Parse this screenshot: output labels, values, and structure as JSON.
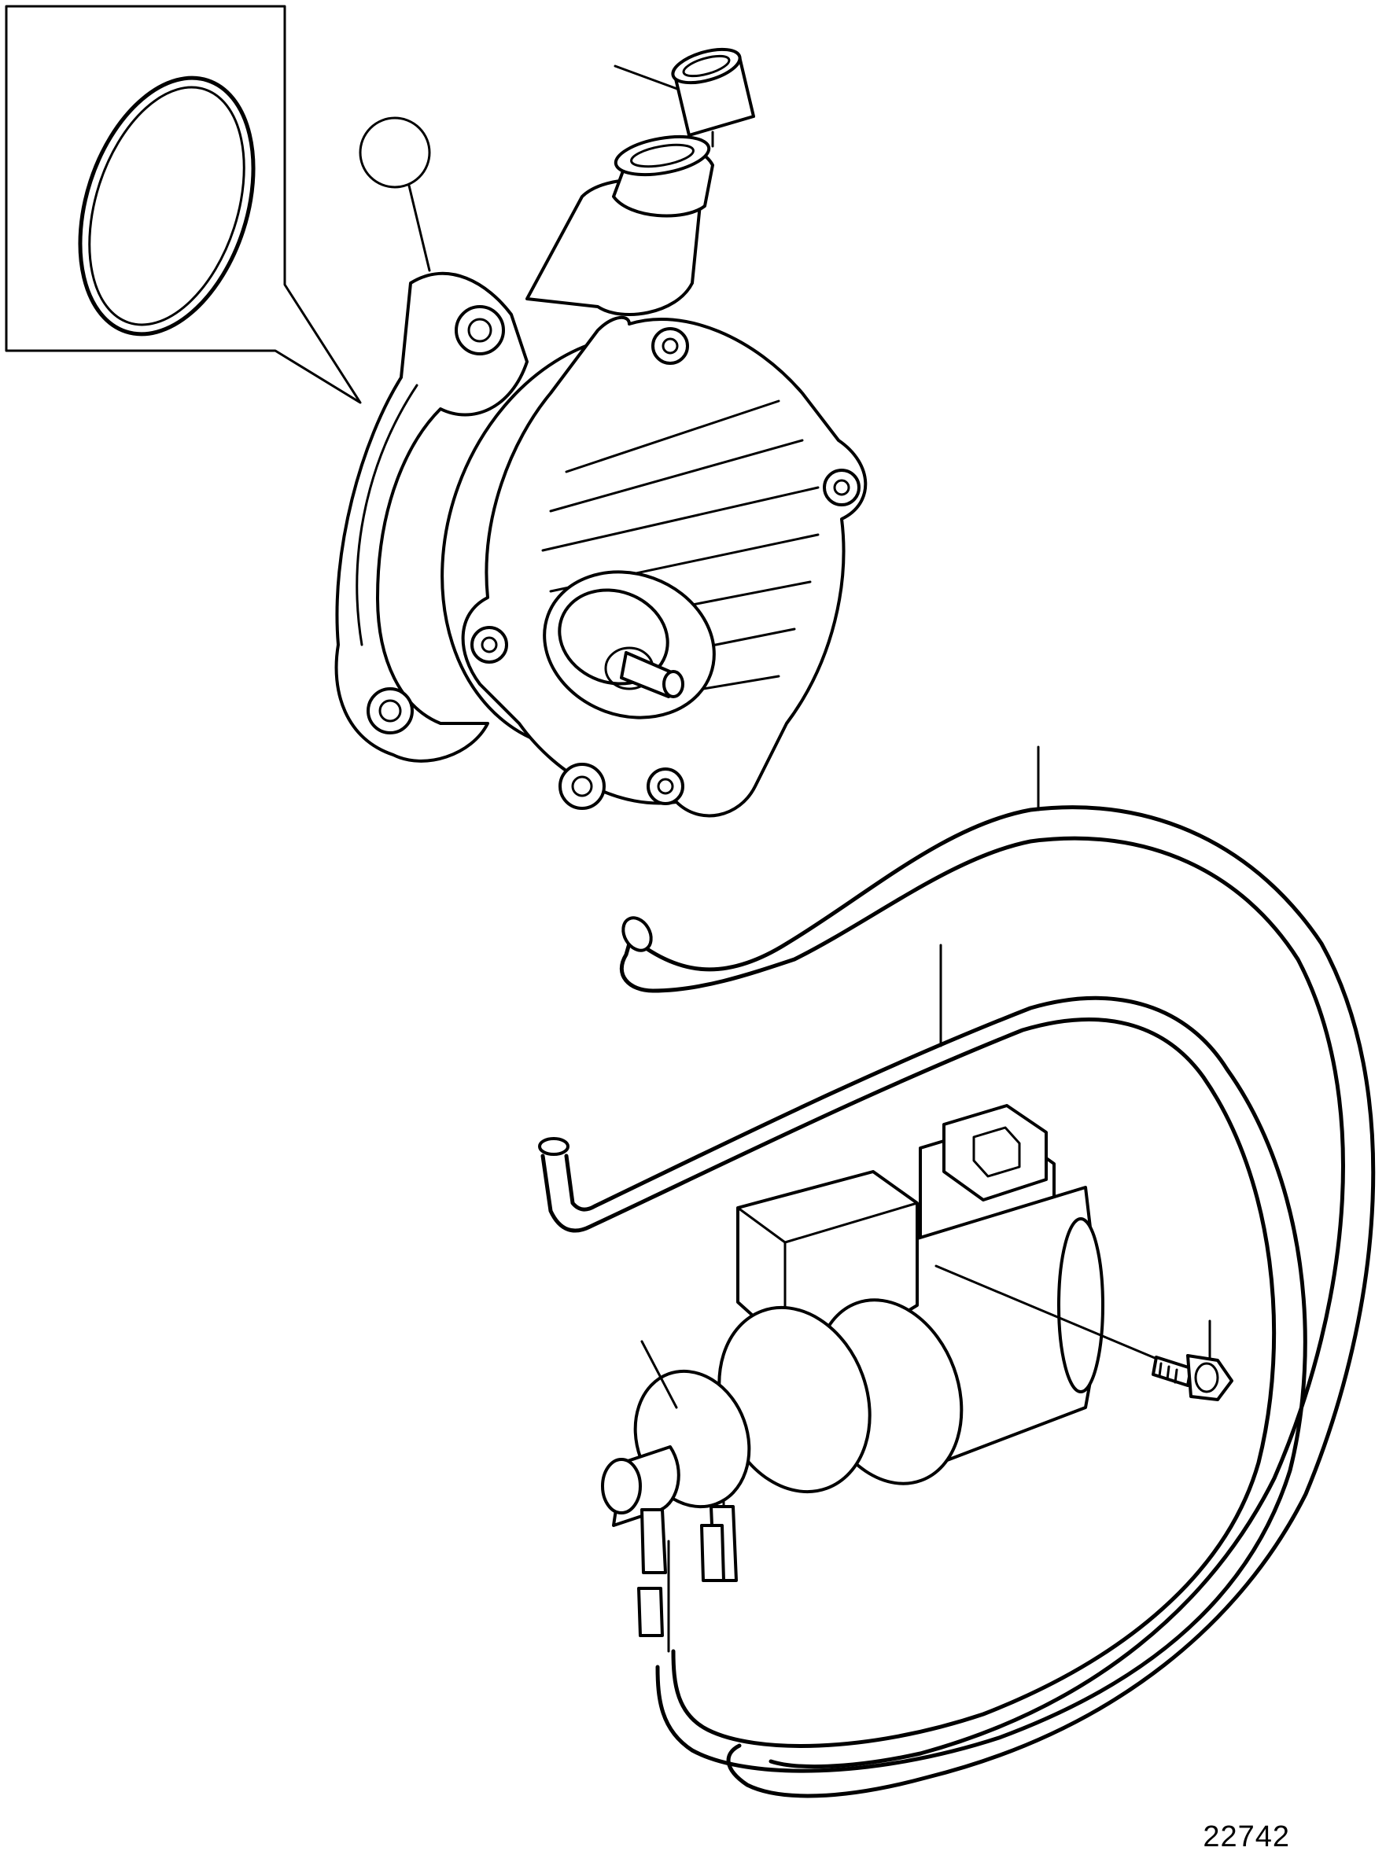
{
  "diagram": {
    "reference_number": "22742",
    "parts": [
      {
        "id": "o-ring",
        "icon": "o-ring-icon"
      },
      {
        "id": "vacuum-pump",
        "icon": "vacuum-pump-icon"
      },
      {
        "id": "cap",
        "icon": "cap-icon"
      },
      {
        "id": "vacuum-hose-long",
        "icon": "hose-icon"
      },
      {
        "id": "vacuum-hose-short",
        "icon": "hose-icon"
      },
      {
        "id": "solenoid-valve",
        "icon": "solenoid-valve-icon"
      },
      {
        "id": "screw",
        "icon": "screw-icon"
      }
    ],
    "colors": {
      "line": "#000000",
      "background": "#ffffff"
    }
  }
}
